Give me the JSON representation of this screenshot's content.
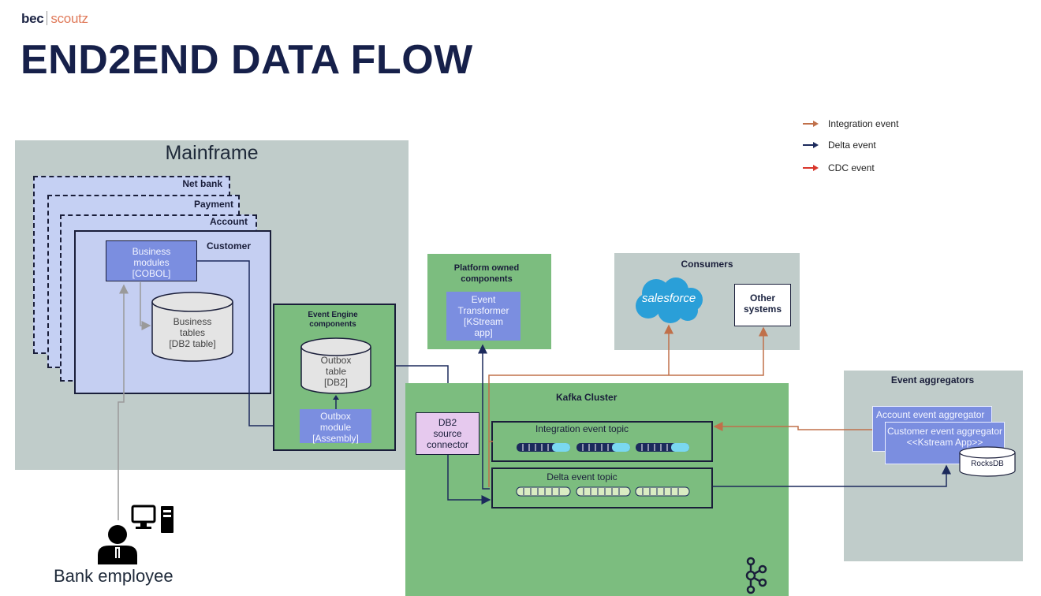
{
  "header": {
    "logo_left": "bec",
    "logo_right": "scoutz",
    "title": "END2END DATA FLOW"
  },
  "legend": [
    {
      "label": "Integration event",
      "color": "#c0704a"
    },
    {
      "label": "Delta event",
      "color": "#1c2a5c"
    },
    {
      "label": "CDC event",
      "color": "#d9362b"
    }
  ],
  "mainframe": {
    "label": "Mainframe",
    "layers": [
      "Net bank",
      "Payment",
      "Account"
    ],
    "customer": {
      "label": "Customer",
      "business_modules": [
        "Business",
        "modules",
        "[COBOL]"
      ],
      "business_tables": [
        "Business",
        "tables",
        "[DB2 table]"
      ]
    }
  },
  "event_engine": {
    "label": [
      "Event Engine",
      "components"
    ],
    "outbox_table": [
      "Outbox",
      "table",
      "[DB2]"
    ],
    "outbox_module": [
      "Outbox",
      "module",
      "[Assembly]"
    ]
  },
  "platform": {
    "label": [
      "Platform owned",
      "components"
    ],
    "transformer": [
      "Event",
      "Transformer",
      "[KStream",
      "app]"
    ]
  },
  "consumers": {
    "label": "Consumers",
    "salesforce": "salesforce",
    "other": [
      "Other",
      "systems"
    ]
  },
  "kafka": {
    "label": "Kafka Cluster",
    "connector": [
      "DB2",
      "source",
      "connector"
    ],
    "integration_topic": "Integration event topic",
    "delta_topic": "Delta event topic"
  },
  "aggregators": {
    "label": "Event aggregators",
    "account": "Account event aggregator",
    "customer": [
      "Customer event aggregator",
      "<<Kstream App>>"
    ],
    "rocksdb": "RocksDB"
  },
  "employee": {
    "label": "Bank employee"
  },
  "colors": {
    "integration_arrow": "#c0704a",
    "delta_arrow": "#1c2a5c",
    "cdc_arrow": "#d9362b",
    "green": "#7cbd7f",
    "grey": "#c0ccca",
    "blue": "#7b8ee0",
    "lavender": "#c5cff2"
  }
}
